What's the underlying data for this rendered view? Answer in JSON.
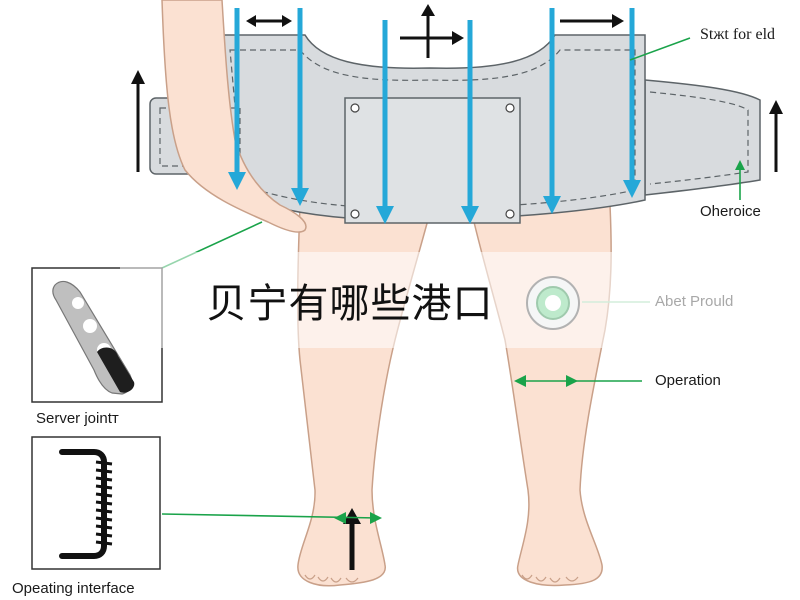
{
  "labels": {
    "top_right": "Stжt for eld",
    "right_mid": "Oheroice",
    "knee_right": "Abet Prould",
    "shin_right": "Operation",
    "inset_top": "Server jointт",
    "inset_bottom": "Opeating interface"
  },
  "banner": {
    "text": "贝宁有哪些港口"
  },
  "colors": {
    "skin": "#fbe1d2",
    "skin_outline": "#c9a089",
    "brace": "#d8dbde",
    "brace_outline": "#5d6468",
    "blue_arrow": "#25a8d8",
    "green_arrow": "#1aa34a",
    "black_arrow": "#111111"
  }
}
